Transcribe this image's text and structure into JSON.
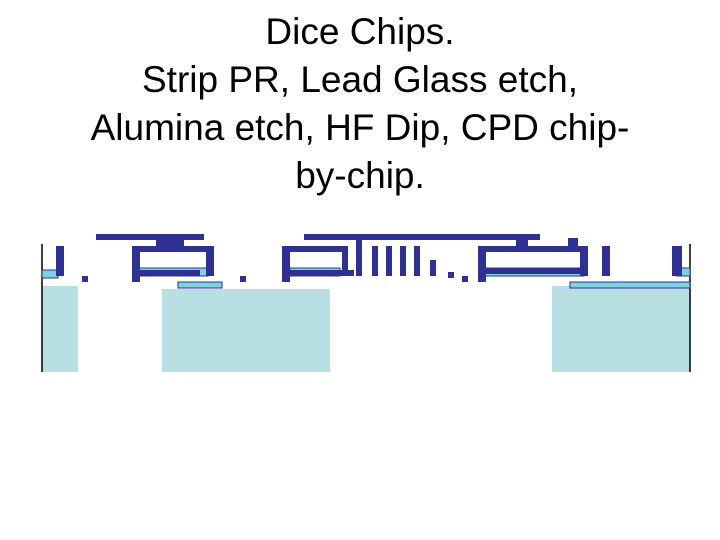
{
  "slide": {
    "title_lines": [
      "Dice Chips.",
      "Strip PR, Lead Glass etch,",
      "Alumina etch, HF Dip, CPD chip-",
      "by-chip."
    ]
  },
  "colors": {
    "substrate": "#b8dfe3",
    "metal": "#2e3192",
    "glass_layer": "#7fd3e0",
    "background": "#ffffff",
    "outline": "#000000"
  }
}
